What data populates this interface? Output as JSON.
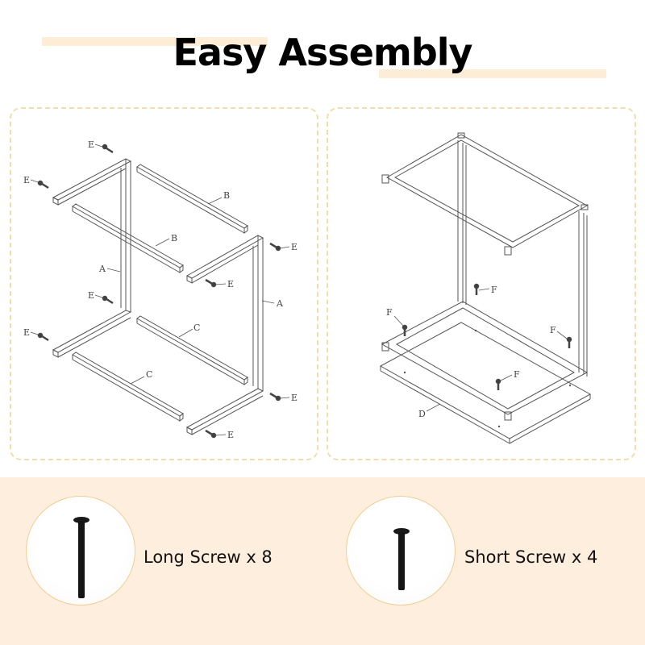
{
  "header": {
    "title": "Easy Assembly",
    "accent_color": "#fdecd6"
  },
  "diagrams": {
    "left": {
      "description": "Exploded view of side frames and crossbars",
      "part_labels": [
        "A",
        "A",
        "B",
        "B",
        "C",
        "C",
        "E",
        "E",
        "E",
        "E",
        "E",
        "E",
        "E",
        "E"
      ]
    },
    "right": {
      "description": "Assembled frame with bottom board",
      "part_labels": [
        "D",
        "F",
        "F",
        "F",
        "F"
      ]
    },
    "border_color": "#f3ddaa"
  },
  "hardware": {
    "background_color": "#fdeedd",
    "items": [
      {
        "icon": "long-screw-icon",
        "label": "Long Screw x 8",
        "name": "Long Screw",
        "quantity": 8
      },
      {
        "icon": "short-screw-icon",
        "label": "Short Screw x 4",
        "name": "Short Screw",
        "quantity": 4
      }
    ]
  },
  "labels": {
    "A": "A",
    "B": "B",
    "C": "C",
    "D": "D",
    "E": "E",
    "F": "F"
  }
}
